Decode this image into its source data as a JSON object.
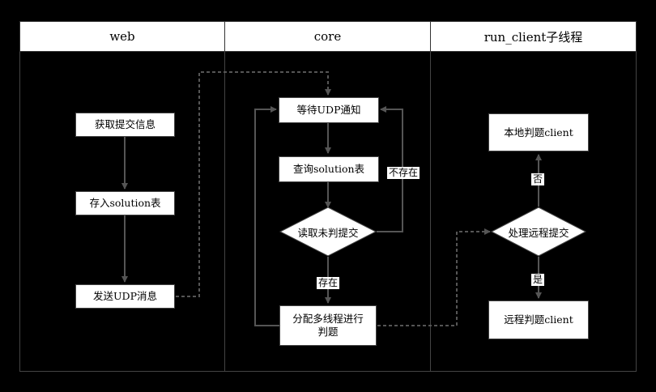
{
  "lanes": {
    "web": "web",
    "core": "core",
    "run_client": "run_client子线程"
  },
  "nodes": {
    "get_submission": "获取提交信息",
    "save_solution": "存入solution表",
    "send_udp": "发送UDP消息",
    "wait_udp": "等待UDP通知",
    "query_solution": "查询solution表",
    "read_unjudged": "读取未判提交",
    "dispatch": "分配多线程进行判题",
    "process_remote": "处理远程提交",
    "local_client": "本地判题client",
    "remote_client": "远程判题client"
  },
  "edge_labels": {
    "not_exist": "不存在",
    "exist": "存在",
    "no": "否",
    "yes": "是"
  },
  "colors": {
    "background": "#000000",
    "node_fill": "#ffffff",
    "line": "#555555"
  }
}
